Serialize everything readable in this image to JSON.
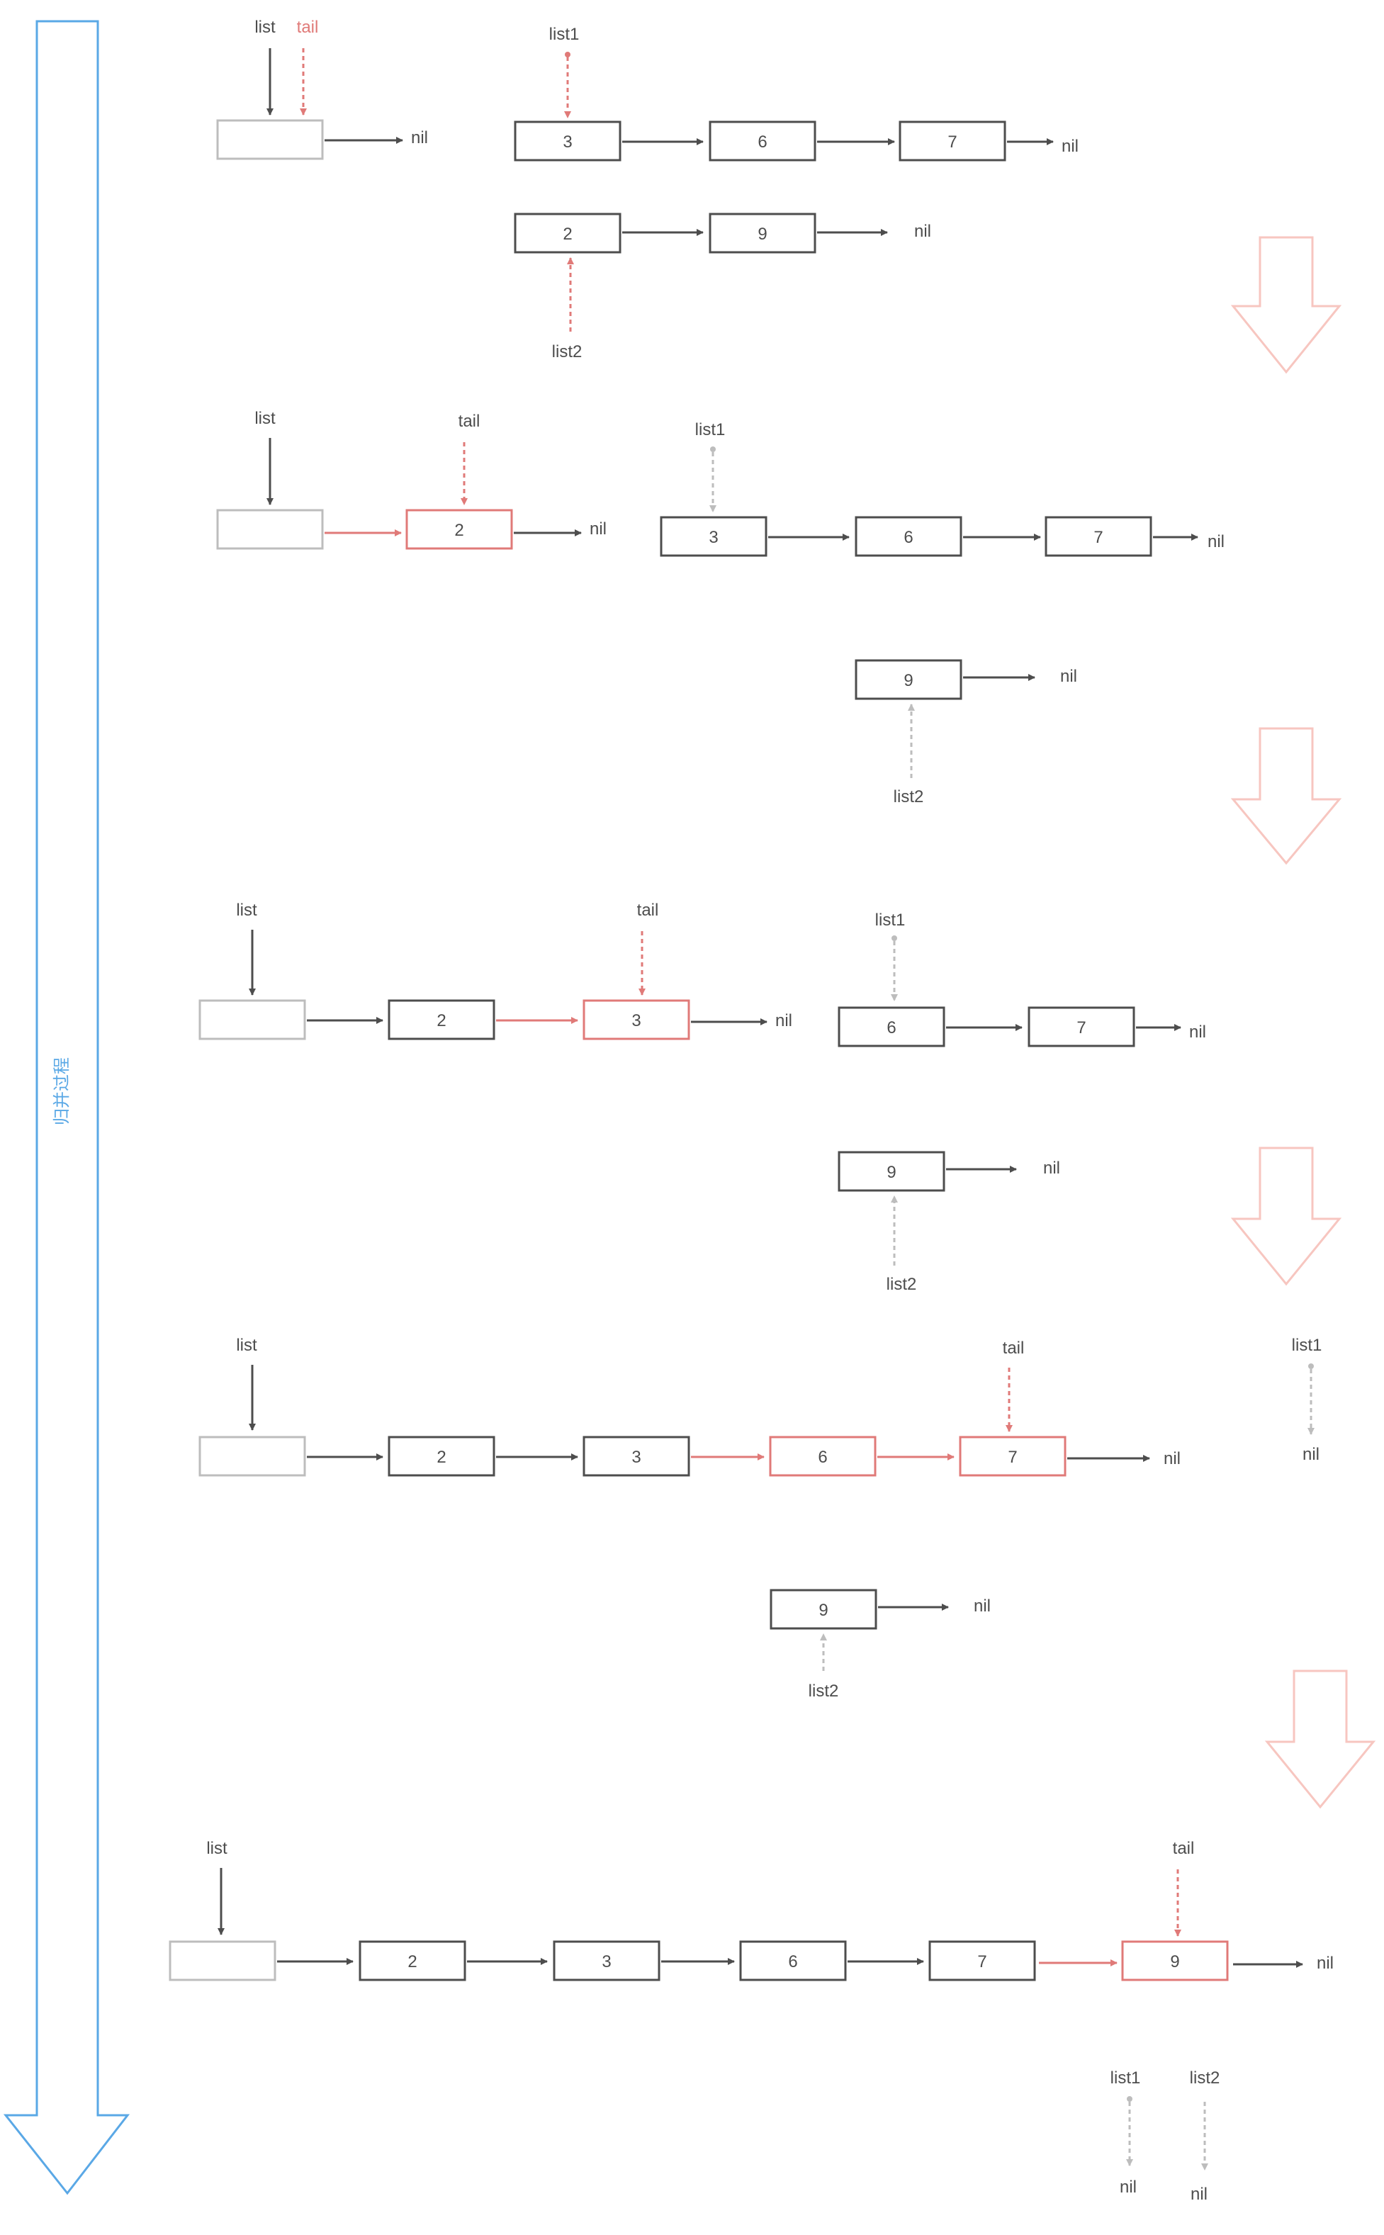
{
  "side_label": "归并过程",
  "nil": "nil",
  "names": {
    "list": "list",
    "tail": "tail",
    "list1": "list1",
    "list2": "list2"
  },
  "colors": {
    "node": "#4d4d4d",
    "dummy": "#bdbdbd",
    "highlight": "#e07a78",
    "pointer_dim": "#bdbdbd",
    "blue": "#5aa8e6",
    "step_arrow": "#f7c6c0"
  },
  "steps": [
    {
      "merged": [
        null
      ],
      "tail_index": 0,
      "list1": [
        3,
        6,
        7
      ],
      "list2": [
        2,
        9
      ]
    },
    {
      "merged": [
        null,
        2
      ],
      "tail_index": 1,
      "list1": [
        3,
        6,
        7
      ],
      "list2": [
        9
      ]
    },
    {
      "merged": [
        null,
        2,
        3
      ],
      "tail_index": 2,
      "list1": [
        6,
        7
      ],
      "list2": [
        9
      ]
    },
    {
      "merged": [
        null,
        2,
        3,
        6,
        7
      ],
      "tail_index": 4,
      "list1": [],
      "list2": [
        9
      ]
    },
    {
      "merged": [
        null,
        2,
        3,
        6,
        7,
        9
      ],
      "tail_index": 5,
      "list1": [],
      "list2": []
    }
  ]
}
